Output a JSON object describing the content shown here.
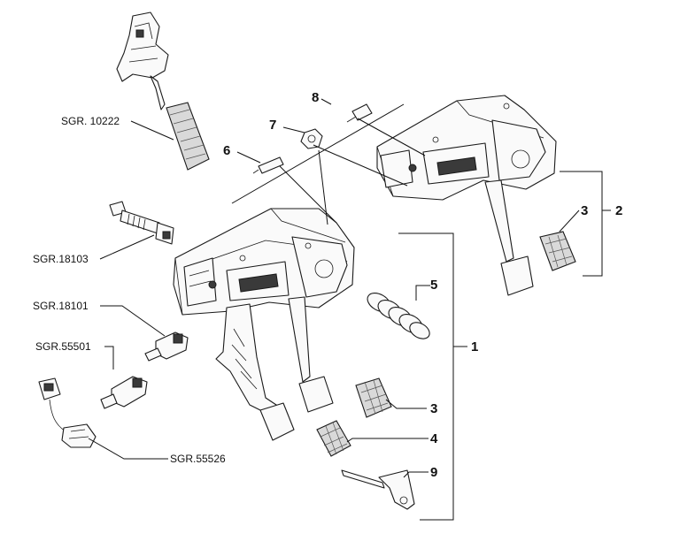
{
  "refs": {
    "sgr_10222": "SGR. 10222",
    "sgr_18103": "SGR.18103",
    "sgr_18101": "SGR.18101",
    "sgr_55501": "SGR.55501",
    "sgr_55526": "SGR.55526"
  },
  "numbers": {
    "n1": "1",
    "n2": "2",
    "n3a": "3",
    "n3b": "3",
    "n4": "4",
    "n5": "5",
    "n6": "6",
    "n7": "7",
    "n8": "8",
    "n9": "9"
  }
}
